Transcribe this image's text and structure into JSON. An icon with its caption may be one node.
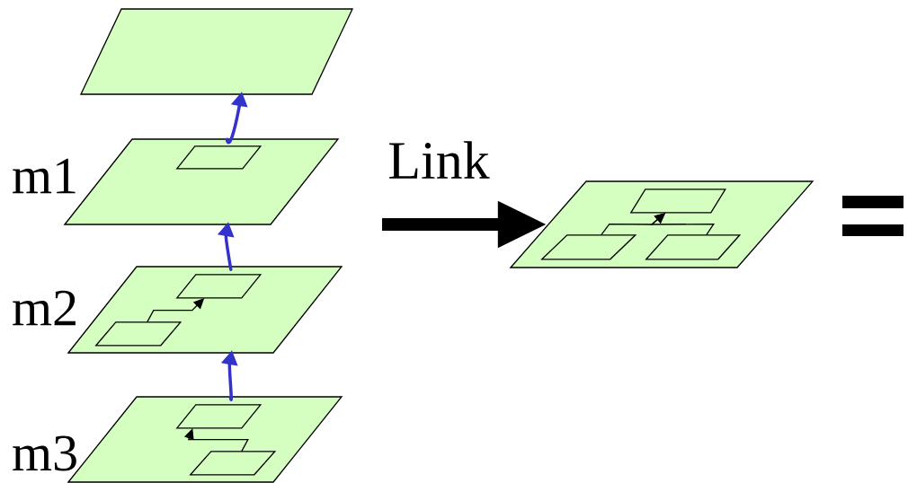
{
  "diagram": {
    "nodes": [
      {
        "text": [],
        "shape": "parallelogram"
      },
      {
        "text": [],
        "shape": "parallelogram",
        "beside": [
          "m1"
        ]
      },
      {
        "text": [],
        "shape": "parallelogram",
        "in": 1
      },
      {
        "text": [],
        "shape": "parallelogram",
        "beside": [
          "m2"
        ]
      },
      {
        "text": [],
        "shape": "parallelogram",
        "in": 3
      },
      {
        "text": [],
        "shape": "parallelogram",
        "in": 3
      },
      {
        "text": [],
        "shape": "parallelogram",
        "beside": [
          "m3"
        ]
      },
      {
        "text": [],
        "shape": "parallelogram",
        "in": 6
      },
      {
        "text": [],
        "shape": "parallelogram",
        "in": 6
      },
      {
        "text": [],
        "shape": "parallelogram"
      },
      {
        "text": [],
        "shape": "parallelogram",
        "in": 9
      },
      {
        "text": [],
        "shape": "parallelogram",
        "in": 9
      },
      {
        "text": [],
        "shape": "parallelogram",
        "in": 9
      }
    ],
    "edges": [
      {
        "from": 1,
        "to": 0,
        "arrow": "to",
        "style": "thick",
        "color": "#3333cc"
      },
      {
        "from": 3,
        "to": 1,
        "arrow": "to",
        "style": "thick",
        "color": "#3333cc"
      },
      {
        "from": 6,
        "to": 3,
        "arrow": "to",
        "style": "thick",
        "color": "#3333cc"
      },
      {
        "from": 5,
        "to": 4,
        "arrow": "to"
      },
      {
        "from": 8,
        "to": 7,
        "arrow": "to"
      },
      {
        "from": 11,
        "to": 10,
        "arrow": "to"
      },
      {
        "from": 12,
        "to": 10,
        "arrow": "to"
      },
      {
        "from": null,
        "to": 9,
        "arrow": "to",
        "style": "thick",
        "label": "Link"
      }
    ]
  }
}
